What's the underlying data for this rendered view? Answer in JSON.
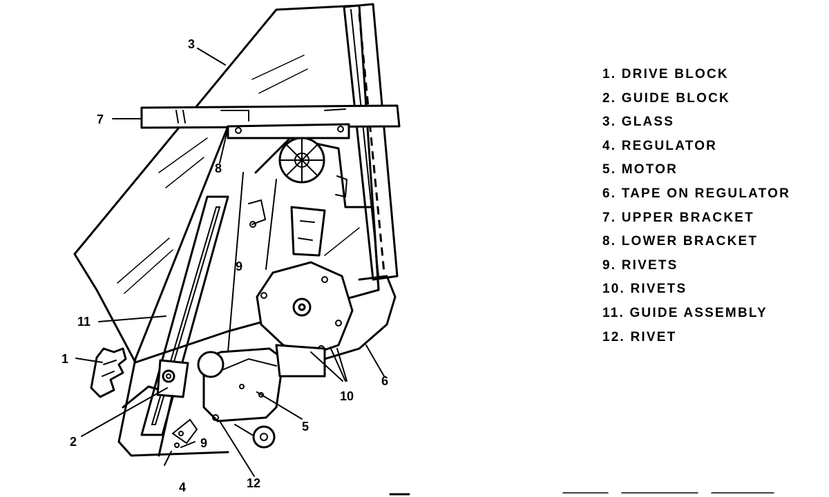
{
  "callouts": {
    "c1": "1",
    "c2": "2",
    "c3": "3",
    "c4": "4",
    "c5": "5",
    "c6": "6",
    "c7": "7",
    "c8": "8",
    "c9a": "9",
    "c9b": "9",
    "c10": "10",
    "c11": "11",
    "c12": "12"
  },
  "legend": [
    "1. DRIVE BLOCK",
    "2. GUIDE BLOCK",
    "3. GLASS",
    "4. REGULATOR",
    "5. MOTOR",
    "6. TAPE ON REGULATOR",
    "7. UPPER BRACKET",
    "8. LOWER BRACKET",
    "9. RIVETS",
    "10. RIVETS",
    "11. GUIDE ASSEMBLY",
    "12. RIVET"
  ]
}
